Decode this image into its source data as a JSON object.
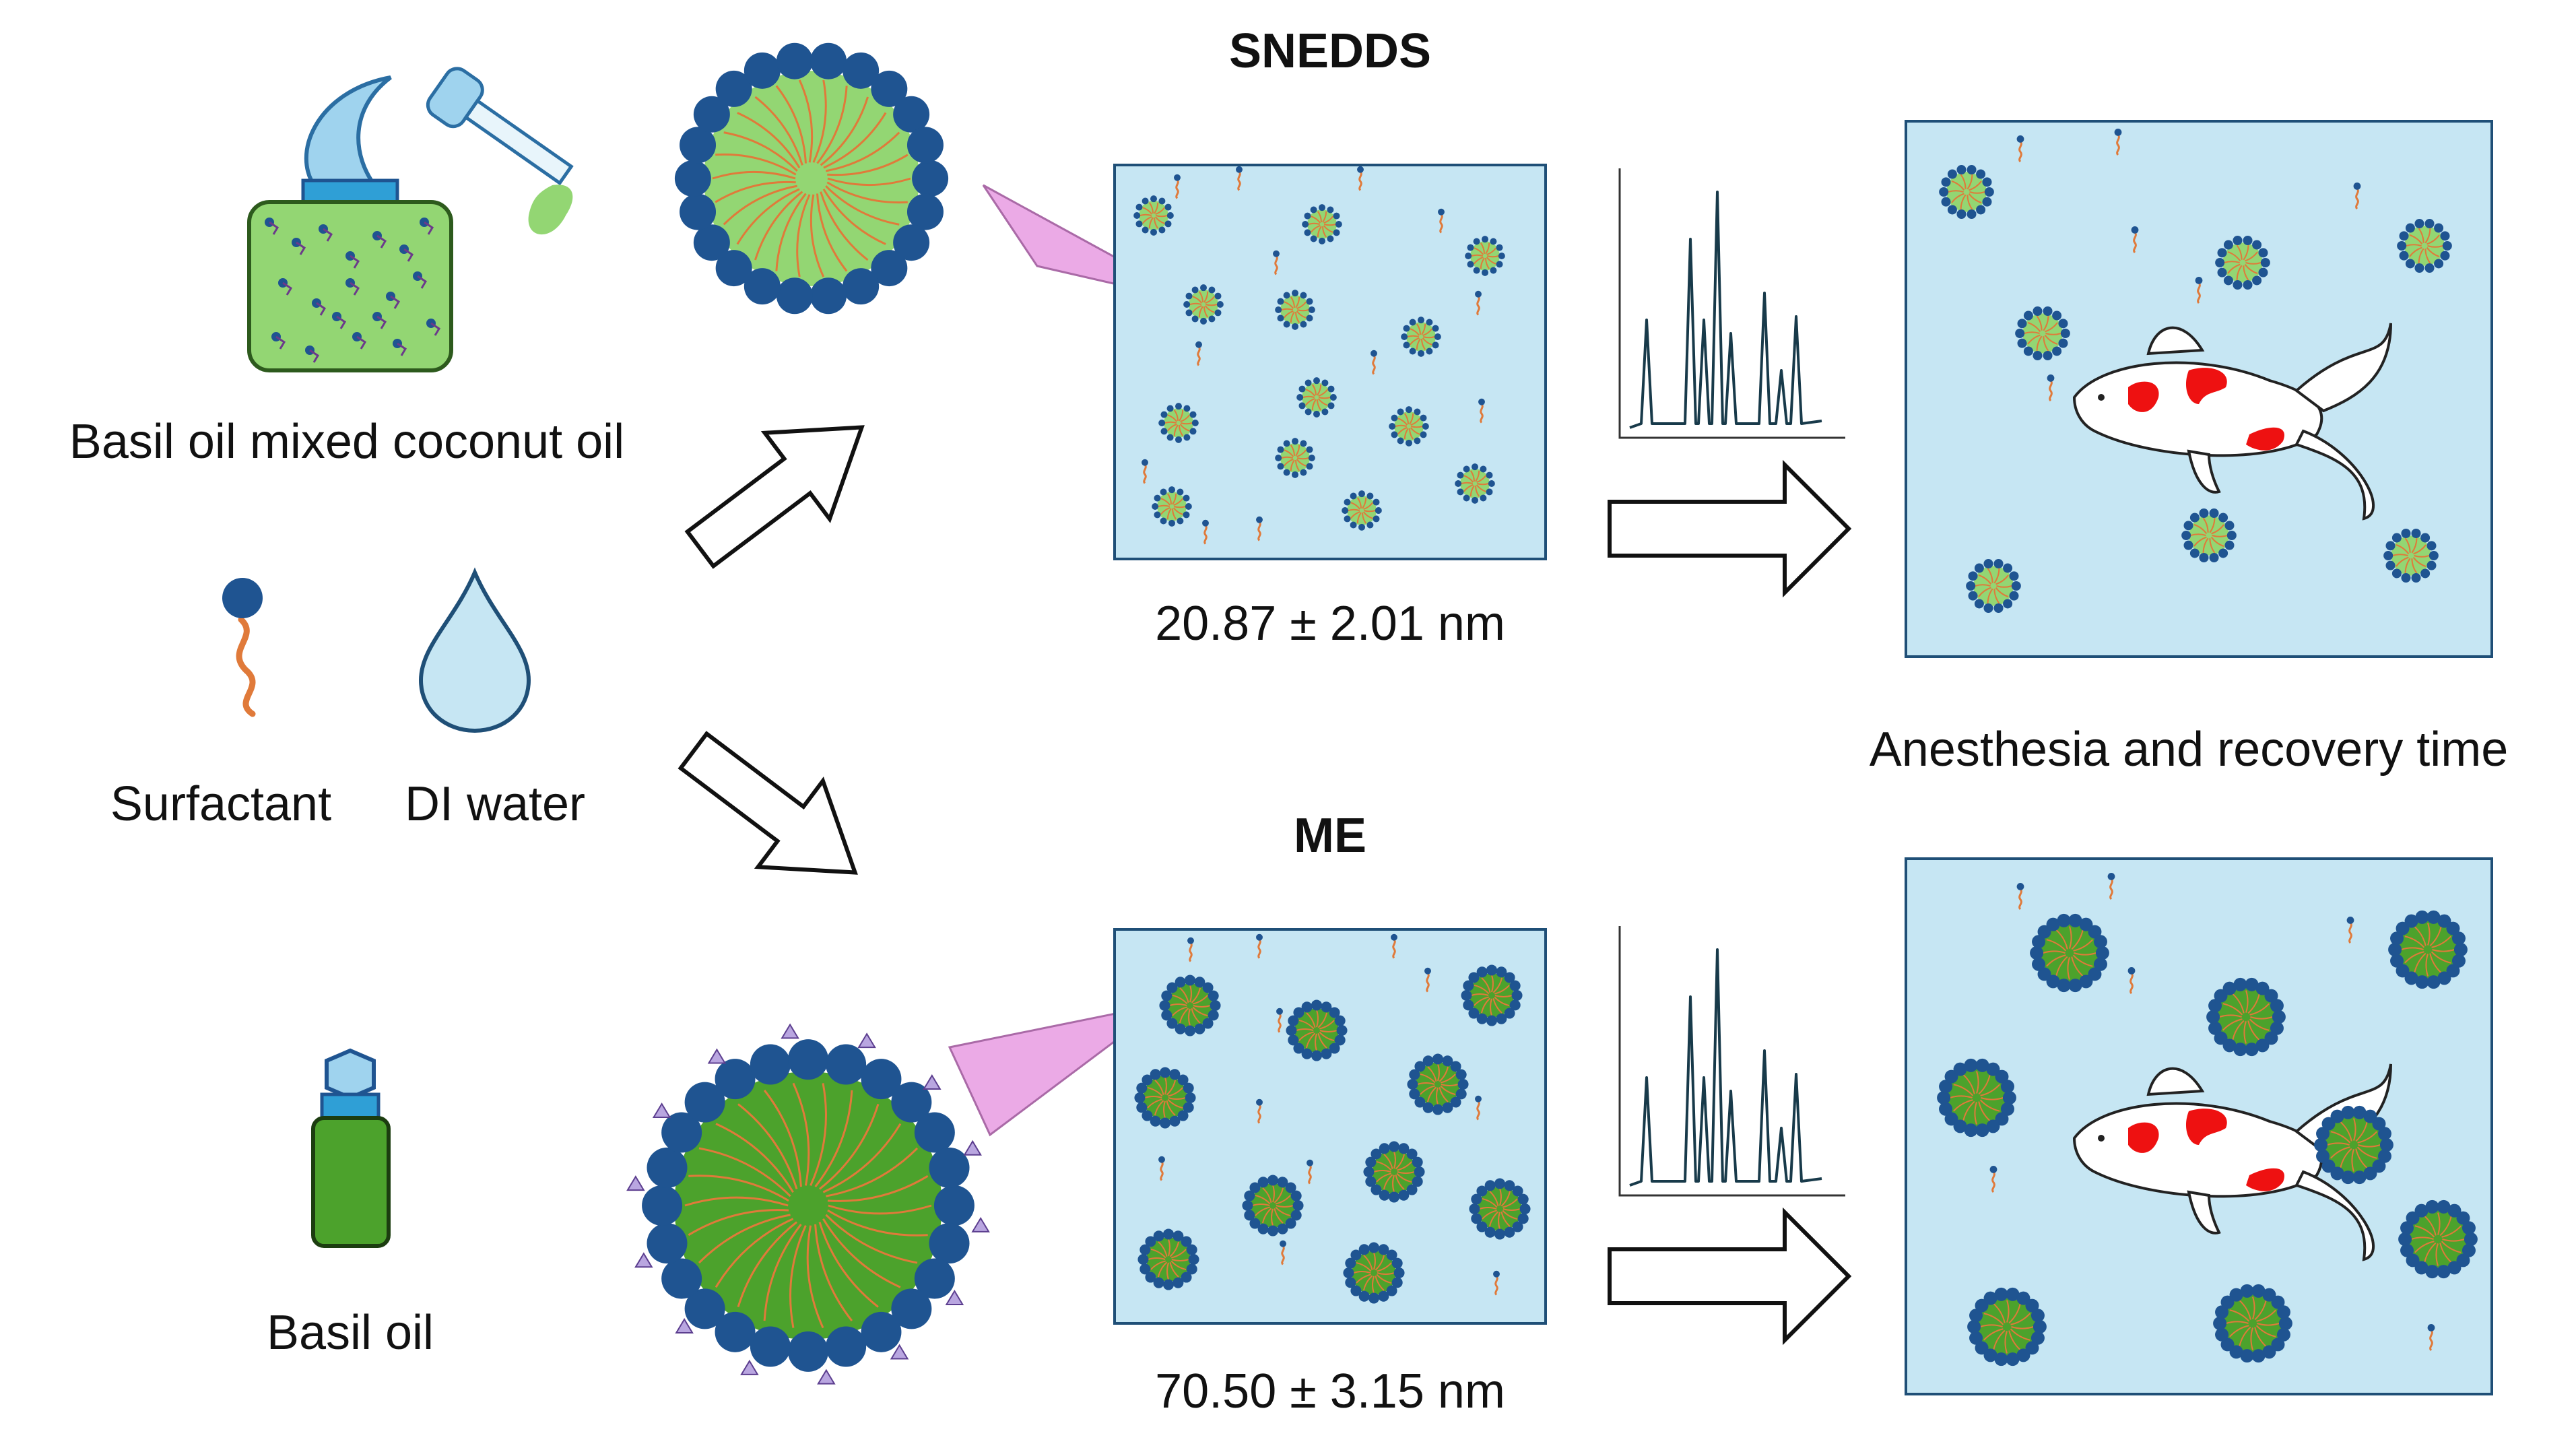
{
  "labels": {
    "basil_coconut": "Basil oil mixed coconut oil",
    "surfactant": "Surfactant",
    "di_water": "DI water",
    "basil_oil": "Basil oil",
    "snedds_title": "SNEDDS",
    "me_title": "ME",
    "snedds_size": "20.87 ± 2.01 nm",
    "me_size": "70.50 ± 3.15 nm",
    "outcome": "Anesthesia and recovery time"
  },
  "colors": {
    "water_bg": "#c6e6f3",
    "light_green": "#93d673",
    "dark_green": "#4ca22c",
    "head_blue": "#1f5491",
    "tail_orange": "#e07a3a",
    "cone_pink": "#e9a1e4",
    "fish_red": "#ee1111"
  },
  "icons": {
    "bottle_dropper": "oil-bottle-with-dropper-icon",
    "surfactant": "surfactant-molecule-icon",
    "water_drop": "water-drop-icon",
    "basil_bottle": "basil-oil-bottle-icon",
    "chromatogram": "chromatogram-icon",
    "fish": "koi-fish-icon"
  }
}
